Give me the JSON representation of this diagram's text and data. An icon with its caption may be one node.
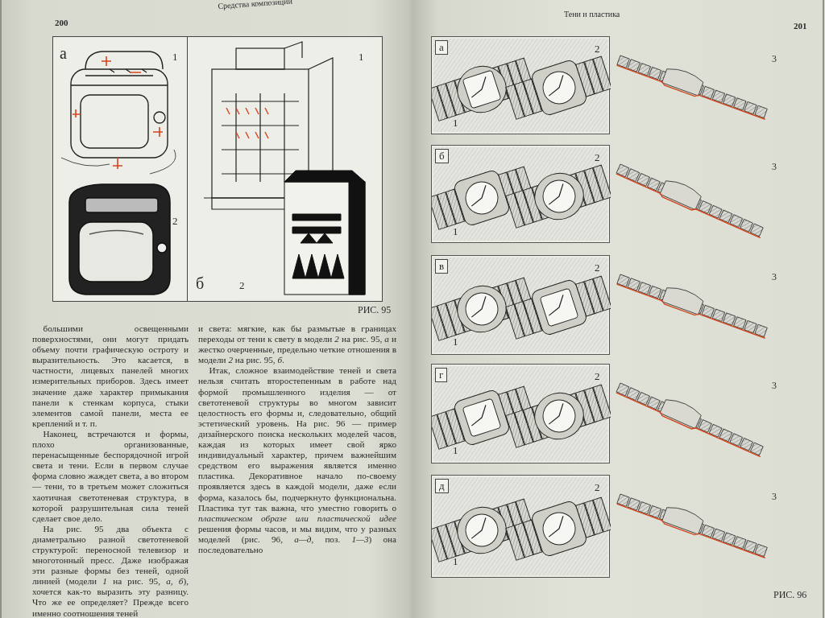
{
  "diagram": {
    "nodes": [
      {
        "text": [],
        "shape": "box",
        "beside": [
          "РИС. 95"
        ]
      },
      {
        "text": [
          "а",
          "1",
          "2"
        ],
        "in": 0
      },
      {
        "text": [
          "1",
          "б",
          "2"
        ],
        "in": 0
      },
      {
        "text": [
          "а",
          "2",
          "1"
        ]
      },
      {
        "text": [
          "б",
          "2",
          "1"
        ]
      },
      {
        "text": [
          "в",
          "2",
          "1"
        ]
      },
      {
        "text": [
          "г",
          "2",
          "1"
        ]
      },
      {
        "text": [
          "д",
          "2",
          "1"
        ]
      }
    ],
    "labels": [
      "Средства композиции",
      "200",
      "большими освещенными поверхностями, они могут придать объему почти графическую остроту и выразительность. Это касается, в частности, лицевых панелей многих измерительных приборов. Здесь имеет значение даже характер примыкания панели к стенкам корпуса, стыки элементов самой панели, места ее креплений и т. п.",
      "Наконец, встречаются и формы, плохо организованные, перенасыщенные беспорядочной игрой света и тени. Если в первом случае форма словно жаждет света, а во втором — тени, то в третьем может сложиться хаотичная светотеневая структура, в которой разрушительная сила теней сделает свое дело.",
      "На рис. 95 два объекта с диаметрально разной светотеневой структурой: переносной телевизор и многотонный пресс. Даже изображая эти разные формы без теней, одной линией (модели *1* на рис. 95, *а, б*), хочется как-то выразить эту разницу. Что же ее определяет? Прежде всего именно соотношения теней",
      "и света: мягкие, как бы размытые в границах переходы от тени к свету в модели *2* на рис. 95, *а* и жестко очерченные, предельно четкие отношения в модели *2* на рис. 95, *б*.",
      "Итак, сложное взаимодействие теней и света нельзя считать второстепенным в работе над формой промышленного изделия — от светотеневой структуры во многом зависит целостность его формы и, следовательно, общий эстетический уровень. На рис. 96 — пример дизайнерского поиска нескольких моделей часов, каждая из которых имеет свой ярко индивидуальный характер, причем важнейшим средством его выражения является именно пластика. Декоративное начало по-своему проявляется здесь в каждой модели, даже если форма, казалось бы, подчеркнуто функциональна. Пластика тут так важна, что уместно говорить о *пластическом образе или пластической идее* решения формы часов, и мы видим, что у разных моделей (рис. 96, *а—д*, поз. *1—3*) она последовательно",
      "Тени и пластика",
      "201",
      "3",
      "3",
      "3",
      "3",
      "3",
      "РИС. 96"
    ]
  }
}
